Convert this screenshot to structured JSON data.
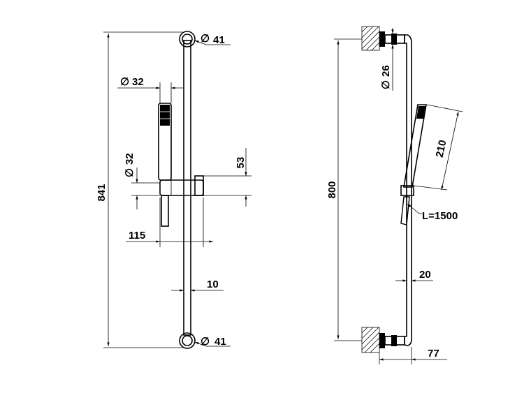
{
  "front_view": {
    "overall_height": "841",
    "bracket_top_diameter": "41",
    "bracket_bottom_diameter": "41",
    "holder_diameter": "32",
    "handshower_diameter": "32",
    "holder_height": "53",
    "projection": "115",
    "bar_diameter": "10"
  },
  "side_view": {
    "bracket_spacing": "800",
    "wall_diameter": "26",
    "handshower_length": "210",
    "hose_length": "L=1500",
    "bar_offset": "20",
    "wall_projection": "77"
  },
  "symbols": {
    "diameter": "∅"
  }
}
